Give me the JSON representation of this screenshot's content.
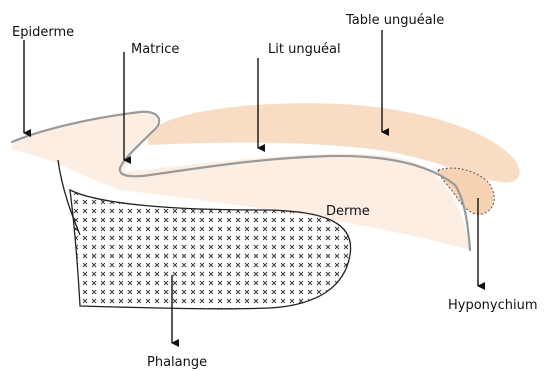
{
  "labels": {
    "epiderme": "Epiderme",
    "matrice": "Matrice",
    "lit_ungueal": "Lit unguéal",
    "table_ungueale": "Table unguéale",
    "derme": "Derme",
    "hyponychium": "Hyponychium",
    "phalange": "Phalange"
  },
  "colors": {
    "skin": "#fde9dc",
    "nail": "#f9dcc4",
    "outline": "#9a9a9a",
    "text": "#111111"
  }
}
